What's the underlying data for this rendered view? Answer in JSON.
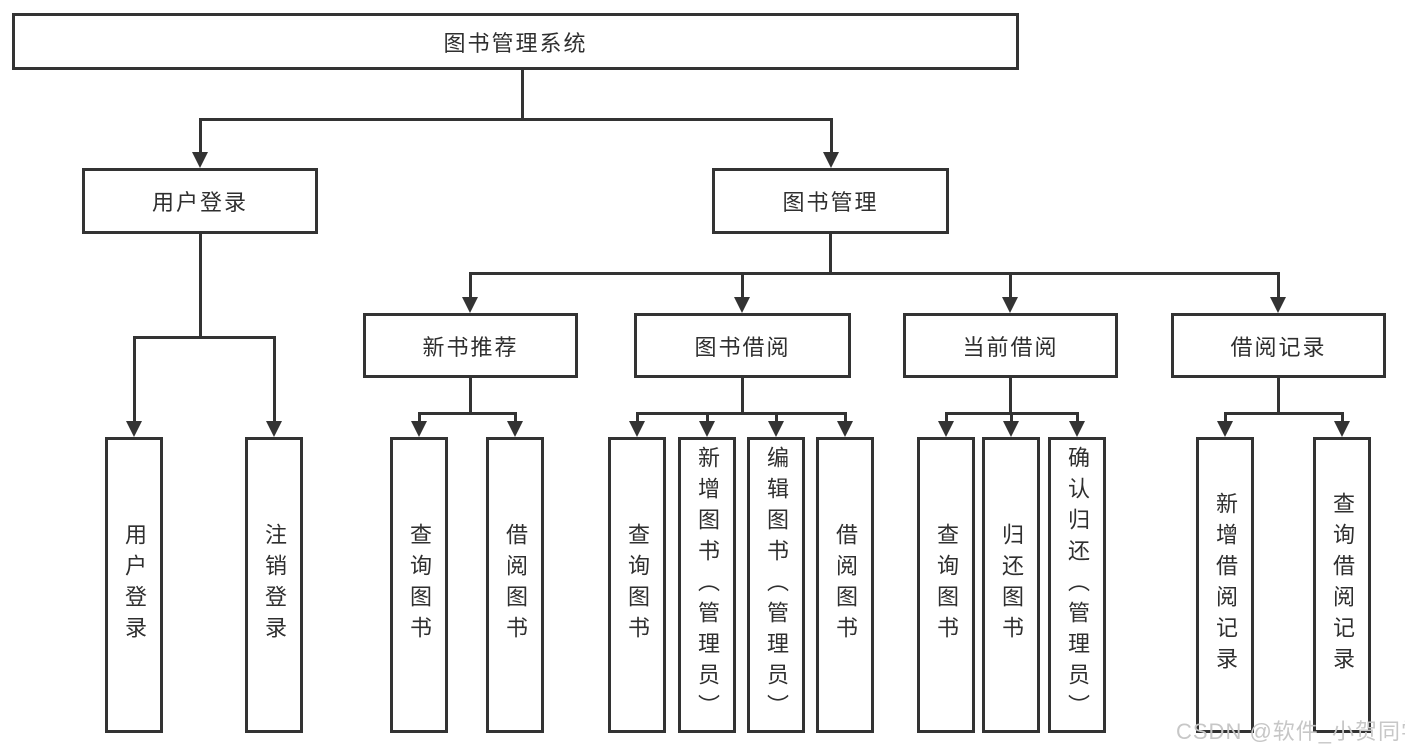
{
  "colors": {
    "line": "#333333",
    "text": "#2f2f2f",
    "box_background": "#ffffff",
    "watermark": "#c7c7c7"
  },
  "watermark": {
    "text": "CSDN @软件_小贺同学"
  },
  "diagram": {
    "root": {
      "label": "图书管理系统"
    },
    "branches": [
      {
        "label": "用户登录",
        "children": [
          {
            "label": "用户登录"
          },
          {
            "label": "注销登录"
          }
        ]
      },
      {
        "label": "图书管理",
        "children": [
          {
            "label": "新书推荐",
            "children": [
              {
                "label": "查询图书"
              },
              {
                "label": "借阅图书"
              }
            ]
          },
          {
            "label": "图书借阅",
            "children": [
              {
                "label": "查询图书"
              },
              {
                "label": "新增图书（管理员）"
              },
              {
                "label": "编辑图书（管理员）"
              },
              {
                "label": "借阅图书"
              }
            ]
          },
          {
            "label": "当前借阅",
            "children": [
              {
                "label": "查询图书"
              },
              {
                "label": "归还图书"
              },
              {
                "label": "确认归还（管理员）"
              }
            ]
          },
          {
            "label": "借阅记录",
            "children": [
              {
                "label": "新增借阅记录"
              },
              {
                "label": "查询借阅记录"
              }
            ]
          }
        ]
      }
    ]
  }
}
